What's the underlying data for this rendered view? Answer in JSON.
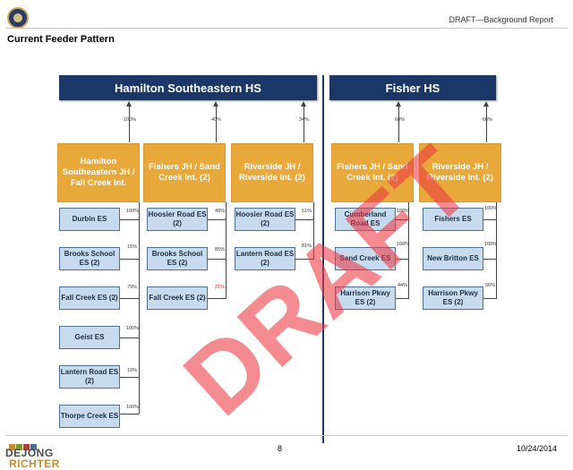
{
  "header": {
    "report_label": "DRAFT—Background Report",
    "section_title": "Current Feeder Pattern"
  },
  "high_schools": [
    {
      "name": "Hamilton Southeastern HS",
      "accent": "#1b3768"
    },
    {
      "name": "Fisher HS",
      "accent": "#1b3768"
    }
  ],
  "feeders": [
    {
      "jh": "Hamilton Southeastern JH / Fall Creek Int.",
      "to_hs_pct": "100%",
      "schools": [
        {
          "name": "Durbin ES",
          "pct": "100%"
        },
        {
          "name": "Brooks School ES (2)",
          "pct": "15%"
        },
        {
          "name": "Fall Creek ES (2)",
          "pct": "79%"
        },
        {
          "name": "Geist ES",
          "pct": "100%"
        },
        {
          "name": "Lantern Road ES (2)",
          "pct": "19%"
        },
        {
          "name": "Thorpe Creek ES",
          "pct": "100%"
        }
      ]
    },
    {
      "jh": "Fishers JH / Sand Creek Int. (2)",
      "to_hs_pct": "40%",
      "schools": [
        {
          "name": "Hoosier Road ES (2)",
          "pct": "49%"
        },
        {
          "name": "Brooks School ES (2)",
          "pct": "85%"
        },
        {
          "name": "Fall Creek ES (2)",
          "pct": "21%"
        }
      ]
    },
    {
      "jh": "Riverside JH / Riverside Int. (2)",
      "to_hs_pct": "34%",
      "schools": [
        {
          "name": "Hoosier Road ES (2)",
          "pct": "51%"
        },
        {
          "name": "Lantern Road ES (2)",
          "pct": "81%"
        }
      ]
    },
    {
      "jh": "Fishers JH / Sand Creek Int. (2)",
      "to_hs_pct": "60%",
      "schools": [
        {
          "name": "Cumberland Road ES",
          "pct": "100%"
        },
        {
          "name": "Sand Creek ES",
          "pct": "100%"
        },
        {
          "name": "Harrison Pkwy ES (2)",
          "pct": "44%"
        }
      ]
    },
    {
      "jh": "Riverside JH / Riverside Int. (2)",
      "to_hs_pct": "66%",
      "schools": [
        {
          "name": "Fishers ES",
          "pct": "100%"
        },
        {
          "name": "New Britton ES",
          "pct": "100%"
        },
        {
          "name": "Harrison Pkwy ES (2)",
          "pct": "56%"
        }
      ]
    }
  ],
  "watermark": "DRAFT",
  "footer": {
    "logo_line1": "DEJONG",
    "logo_line2": "RICHTER",
    "page": "8",
    "date": "10/24/2014"
  },
  "colors": {
    "hs": "#1b3768",
    "jh": "#e8a93a",
    "es_fill": "#c7daee",
    "watermark": "#ec3741",
    "logo_accent": "#c98b2f"
  }
}
